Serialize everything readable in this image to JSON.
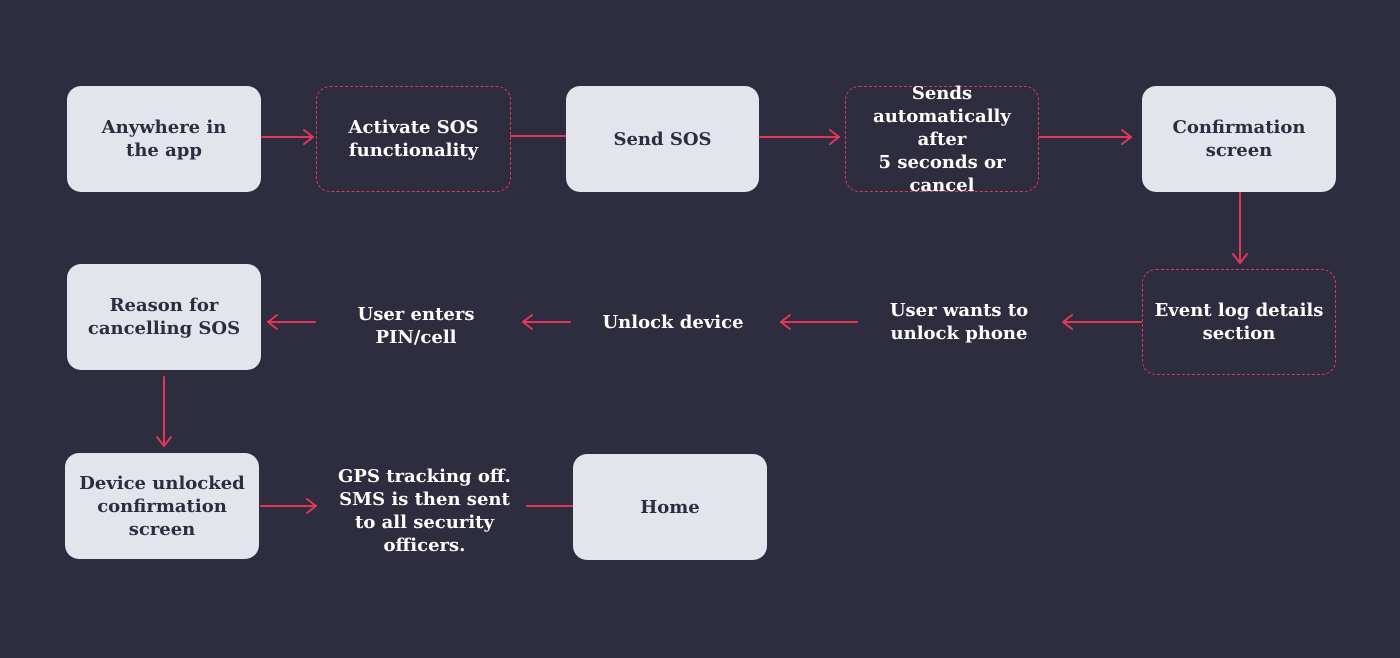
{
  "colors": {
    "background": "#2d2d3f",
    "box_fill": "#e3e4ec",
    "box_text": "#2d2d3f",
    "accent": "#e3365b",
    "light_text": "#ffffff"
  },
  "nodes": {
    "anywhere": "Anywhere in\nthe app",
    "activate_sos": "Activate SOS\nfunctionality",
    "send_sos": "Send SOS",
    "sends_auto": "Sends\nautomatically after\n5 seconds or cancel",
    "confirmation": "Confirmation\nscreen",
    "event_log": "Event log details\nsection",
    "wants_unlock": "User wants to\nunlock phone",
    "unlock_device": "Unlock device",
    "enters_pin": "User enters\nPIN/cell",
    "reason_cancel": "Reason for\ncancelling SOS",
    "device_unlocked": "Device unlocked\nconfirmation\nscreen",
    "gps_off": "GPS tracking off.\nSMS is then sent\nto all security\nofficers.",
    "home": "Home"
  }
}
